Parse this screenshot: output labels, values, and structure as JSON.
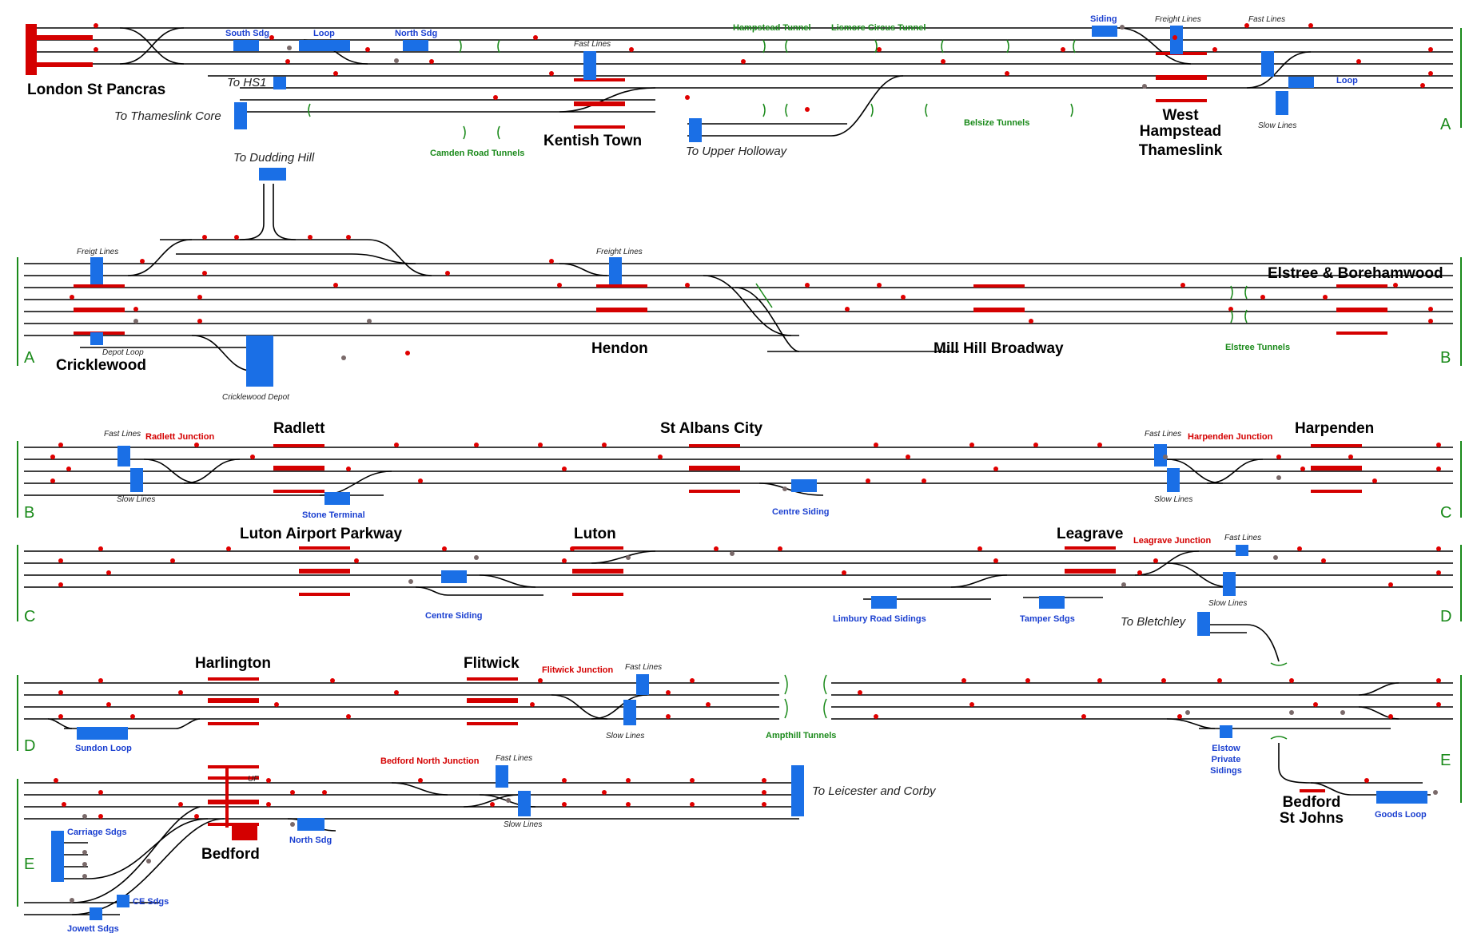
{
  "colors": {
    "track": "#000000",
    "platform": "#d40000",
    "siding": "#1a6fe6",
    "signal": "#e00000",
    "shunt_signal": "#7a6a6a",
    "station_text": "#000000",
    "siding_text": "#1a3fd0",
    "tunnel_text": "#1a8a1a",
    "junction_text": "#d40000",
    "section_marker": "#1a8a1a"
  },
  "stations": {
    "london_st_pancras": "London St Pancras",
    "kentish_town": "Kentish Town",
    "west_hampstead_1": "West",
    "west_hampstead_2": "Hampstead",
    "west_hampstead_3": "Thameslink",
    "cricklewood": "Cricklewood",
    "hendon": "Hendon",
    "mill_hill_broadway": "Mill Hill Broadway",
    "elstree_borehamwood": "Elstree & Borehamwood",
    "radlett": "Radlett",
    "st_albans_city": "St Albans City",
    "harpenden": "Harpenden",
    "luton_airport_parkway": "Luton Airport Parkway",
    "luton": "Luton",
    "leagrave": "Leagrave",
    "harlington": "Harlington",
    "flitwick": "Flitwick",
    "bedford": "Bedford",
    "bedford_st_johns_1": "Bedford",
    "bedford_st_johns_2": "St Johns"
  },
  "sidings": {
    "south_sdg": "South Sdg",
    "loop_1": "Loop",
    "north_sdg_1": "North Sdg",
    "siding_wh": "Siding",
    "loop_wh": "Loop",
    "stone_terminal": "Stone Terminal",
    "centre_siding_1": "Centre Siding",
    "centre_siding_2": "Centre Siding",
    "limbury_road": "Limbury Road Sidings",
    "tamper_sdgs": "Tamper Sdgs",
    "sundon_loop": "Sundon Loop",
    "elstow_1": "Elstow",
    "elstow_2": "Private",
    "elstow_3": "Sidings",
    "carriage_sdgs": "Carriage Sdgs",
    "north_sdg_2": "North Sdg",
    "ce_sdgs": "CE Sdgs",
    "jowett_sdgs": "Jowett Sdgs",
    "goods_loop": "Goods Loop"
  },
  "tunnels": {
    "hampstead": "Hampstead Tunnel",
    "lismore_circus": "Lismore Circus Tunnel",
    "camden_road": "Camden Road Tunnels",
    "belsize": "Belsize Tunnels",
    "elstree": "Elstree Tunnels",
    "ampthill": "Ampthill Tunnels"
  },
  "junctions": {
    "radlett": "Radlett Junction",
    "harpenden": "Harpenden Junction",
    "leagrave": "Leagrave Junction",
    "flitwick": "Flitwick Junction",
    "bedford_north": "Bedford North Junction"
  },
  "directions": {
    "to_hs1": "To HS1",
    "to_thameslink_core": "To Thameslink Core",
    "to_upper_holloway": "To Upper Holloway",
    "to_dudding_hill": "To Dudding Hill",
    "to_bletchley": "To Bletchley",
    "to_leicester_corby": "To Leicester and Corby"
  },
  "line_labels": {
    "fast_lines": "Fast Lines",
    "slow_lines": "Slow Lines",
    "freight_lines": "Freight Lines",
    "freigt_lines": "Freigt Lines",
    "depot_loop": "Depot Loop",
    "cricklewood_depot": "Cricklewood Depot",
    "uf": "UF"
  },
  "section_markers": [
    "A",
    "B",
    "C",
    "D",
    "E"
  ]
}
